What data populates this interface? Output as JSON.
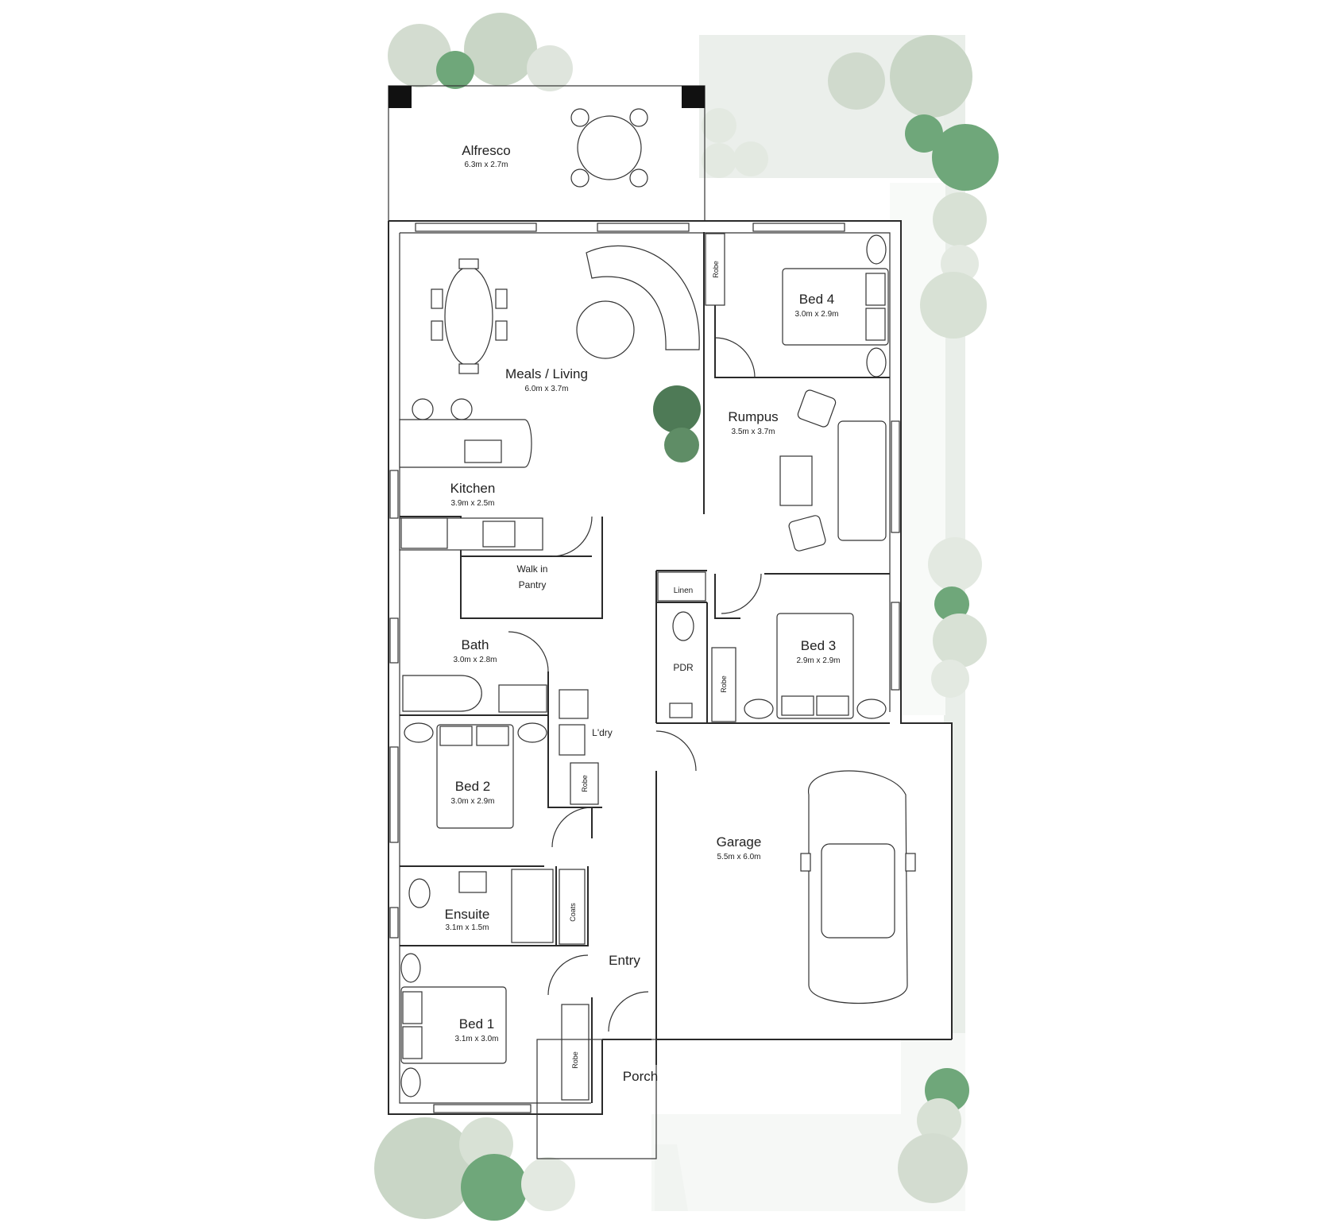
{
  "colors": {
    "wall": "#2a2a2a",
    "lawn": "#e9eee9",
    "tree_light": "#c9d6c6",
    "tree_dark": "#6fa77a"
  },
  "rooms": {
    "alfresco": {
      "name": "Alfresco",
      "dims": "6.3m x 2.7m"
    },
    "meals_living": {
      "name": "Meals / Living",
      "dims": "6.0m x 3.7m"
    },
    "kitchen": {
      "name": "Kitchen",
      "dims": "3.9m x 2.5m"
    },
    "walk_in_pantry": {
      "name_line1": "Walk in",
      "name_line2": "Pantry"
    },
    "bath": {
      "name": "Bath",
      "dims": "3.0m x 2.8m"
    },
    "bed4": {
      "name": "Bed 4",
      "dims": "3.0m x 2.9m"
    },
    "rumpus": {
      "name": "Rumpus",
      "dims": "3.5m x 3.7m"
    },
    "linen": {
      "name": "Linen"
    },
    "pdr": {
      "name": "PDR"
    },
    "bed3": {
      "name": "Bed 3",
      "dims": "2.9m x 2.9m"
    },
    "laundry": {
      "name": "L'dry"
    },
    "bed2": {
      "name": "Bed 2",
      "dims": "3.0m x 2.9m"
    },
    "garage": {
      "name": "Garage",
      "dims": "5.5m x 6.0m"
    },
    "ensuite": {
      "name": "Ensuite",
      "dims": "3.1m x 1.5m"
    },
    "entry": {
      "name": "Entry"
    },
    "bed1": {
      "name": "Bed 1",
      "dims": "3.1m x 3.0m"
    },
    "porch": {
      "name": "Porch"
    }
  },
  "robes": {
    "bed4": "Robe",
    "bed3": "Robe",
    "bed2": "Robe",
    "bed1": "Robe",
    "coats": "Coats"
  }
}
